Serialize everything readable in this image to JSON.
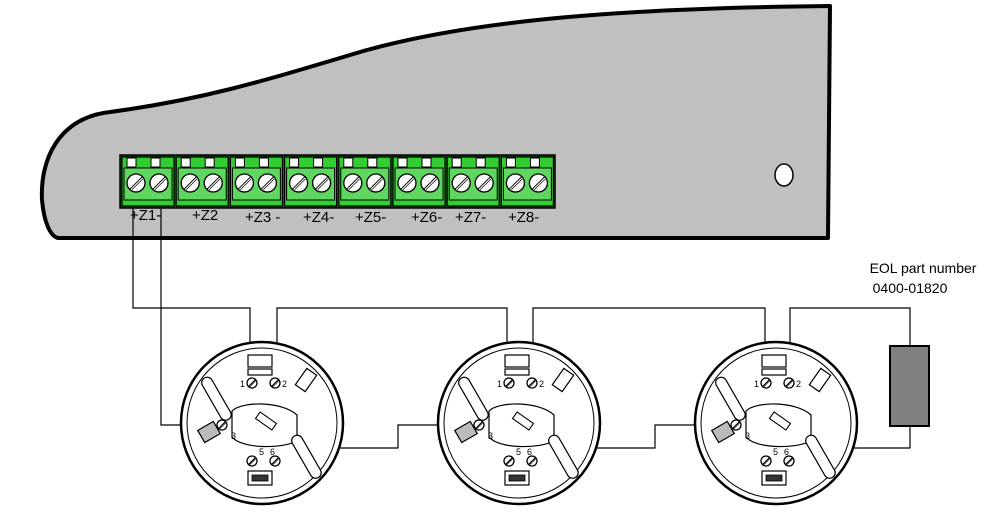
{
  "panel": {
    "zones": [
      {
        "label": "+Z1-"
      },
      {
        "label": "+Z2"
      },
      {
        "label": "+Z3 -"
      },
      {
        "label": "+Z4-"
      },
      {
        "label": "+Z5-"
      },
      {
        "label": "+Z6-"
      },
      {
        "label": "+Z7-"
      },
      {
        "label": "+Z8-"
      }
    ]
  },
  "eol": {
    "title": "EOL part number",
    "part_number": "0400-01820"
  },
  "detector_base": {
    "terminal_labels": [
      "1",
      "2",
      "5",
      "6",
      "3"
    ]
  },
  "colors": {
    "panel_fill": "#c0c0c0",
    "terminal_green": "#33cc33",
    "eol_fill": "#808080",
    "wire": "#000000",
    "base_fill": "#ffffff"
  }
}
